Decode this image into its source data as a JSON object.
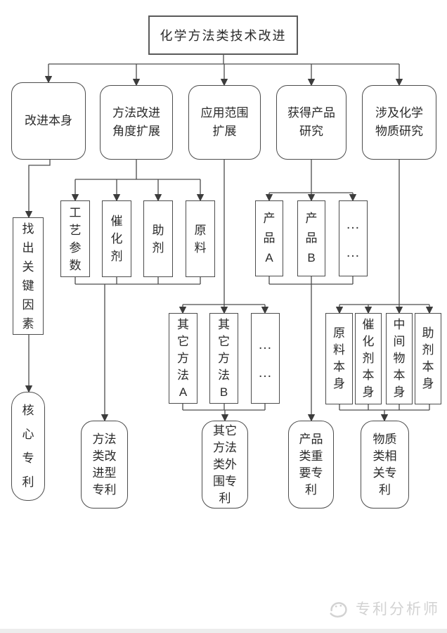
{
  "nodes": {
    "root": "化学方法类技术改进",
    "branch_improve_itself": "改进本身",
    "branch_method_angle": "方法改进\n角度扩展",
    "branch_application_scope": "应用范围\n扩展",
    "branch_product_research": "获得产品\n研究",
    "branch_substance_research": "涉及化学\n物质研究",
    "find_key_factors": "找\n出\n关\n键\n因\n素",
    "core_patent": "核\n心\n专\n利",
    "process_params": "工\n艺\n参\n数",
    "catalyst": "催\n化\n剂",
    "auxiliary": "助\n剂",
    "raw_material": "原\n料",
    "method_improved_patent": "方法\n类改\n进型\n专利",
    "other_method_a": "其\n它\n方\n法\nA",
    "other_method_b": "其\n它\n方\n法\nB",
    "other_method_more": "…\n…",
    "peripheral_patent": "其它\n方法\n类外\n围专\n利",
    "product_a": "产\n品\nA",
    "product_b": "产\n品\nB",
    "product_more": "…\n…",
    "product_patent": "产品\n类重\n要专\n利",
    "raw_material_itself": "原\n料\n本\n身",
    "catalyst_itself": "催\n化\n剂\n本\n身",
    "intermediate_itself": "中\n间\n物\n本\n身",
    "auxiliary_itself": "助\n剂\n本\n身",
    "substance_patent": "物质\n类相\n关专\n利"
  },
  "watermark": {
    "label": "专利分析师",
    "icon": "swirl-logo"
  },
  "colors": {
    "line": "#4c4c4c",
    "box_border": "#4c4c4c",
    "text": "#2a2a2a",
    "watermark": "#d2d2d2",
    "background": "#ffffff"
  }
}
